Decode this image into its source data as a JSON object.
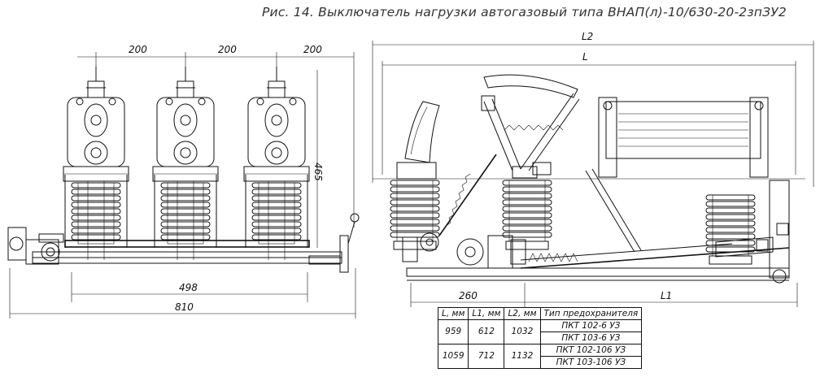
{
  "caption": "Рис. 14. Выключатель нагрузки автогазовый типа ВНАП(л)-10/630-20-2зпЗУ2",
  "front_view": {
    "dims": [
      "200",
      "200",
      "200",
      "465",
      "498",
      "810"
    ]
  },
  "side_view": {
    "dims": [
      "L2",
      "L",
      "260",
      "L1"
    ]
  },
  "table": {
    "headers": [
      "L, мм",
      "L1, мм",
      "L2, мм",
      "Тип предохранителя"
    ],
    "rows": [
      {
        "L": "959",
        "L1": "612",
        "L2": "1032",
        "fuses": [
          "ПКТ 102-6 УЗ",
          "ПКТ 103-6 УЗ"
        ]
      },
      {
        "L": "1059",
        "L1": "712",
        "L2": "1132",
        "fuses": [
          "ПКТ 102-106 УЗ",
          "ПКТ 103-106 УЗ"
        ]
      }
    ]
  }
}
